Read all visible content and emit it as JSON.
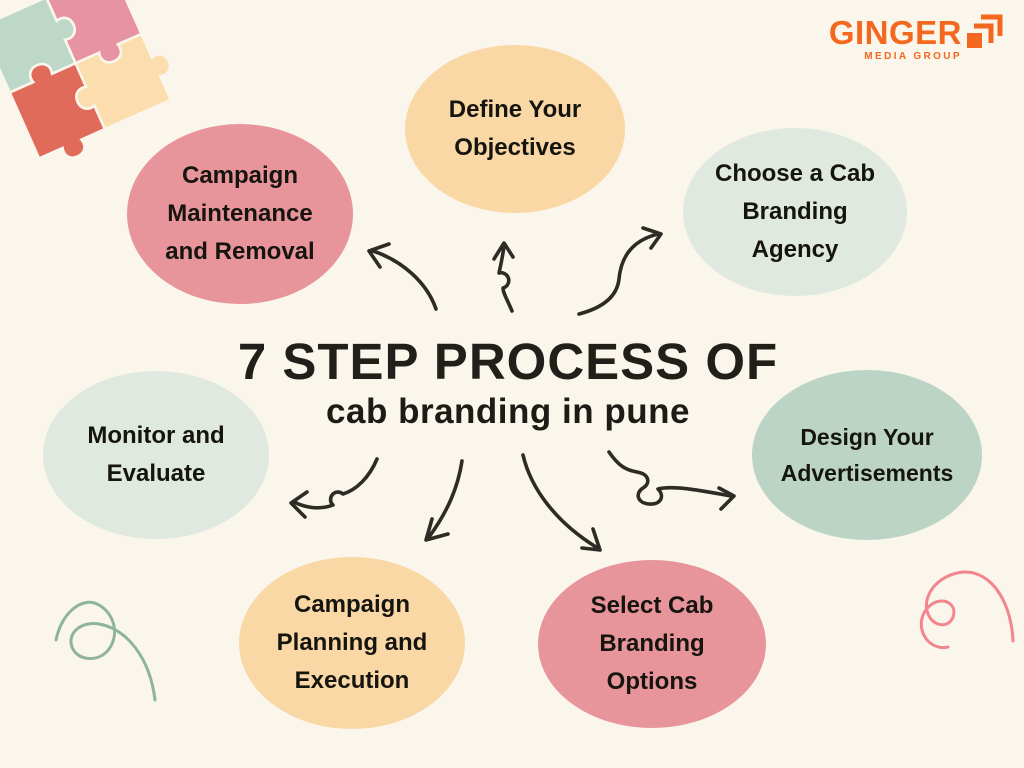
{
  "background_color": "#FAF6EB",
  "brand": {
    "name": "GINGER",
    "tagline": "MEDIA GROUP",
    "color": "#F4671F"
  },
  "title": {
    "line1": "7 STEP PROCESS OF",
    "line2": "cab branding in pune"
  },
  "steps": [
    {
      "label": "Define Your\nObjectives",
      "color": "#F9D8A6"
    },
    {
      "label": "Choose a Cab\nBranding\nAgency",
      "color": "#DFE9DF"
    },
    {
      "label": "Design Your\nAdvertisements",
      "color": "#BCD4C5"
    },
    {
      "label": "Select Cab\nBranding\nOptions",
      "color": "#E8949B"
    },
    {
      "label": "Campaign\nPlanning and\nExecution",
      "color": "#F9D8A6"
    },
    {
      "label": "Monitor and\nEvaluate",
      "color": "#DFE9DF"
    },
    {
      "label": "Campaign\nMaintenance\nand Removal",
      "color": "#E8949B"
    }
  ],
  "decorations": {
    "arrow_color": "#2E2B26",
    "squiggle_green": "#8FB49C",
    "squiggle_pink": "#F2858E",
    "puzzle_green": "#BDD7C9",
    "puzzle_pink": "#E893A3",
    "puzzle_coral": "#E06B5B",
    "puzzle_peach": "#FBDDAE"
  }
}
